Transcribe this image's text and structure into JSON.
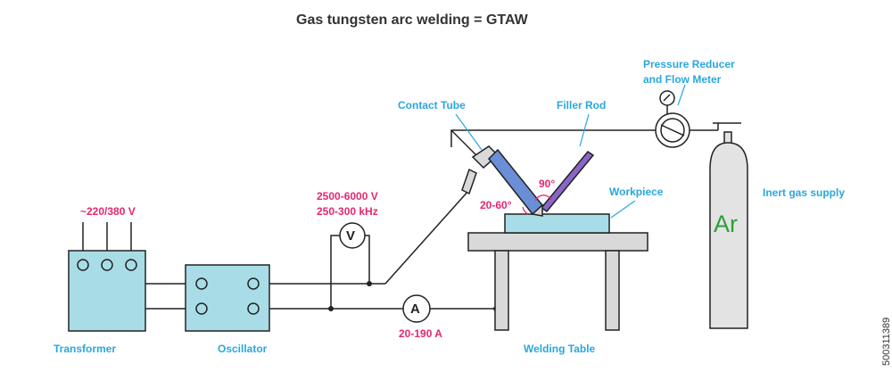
{
  "title": "Gas tungsten arc welding = GTAW",
  "labels": {
    "voltage_supply": "~220/380 V",
    "transformer": "Transformer",
    "oscillator": "Oscillator",
    "hf_voltage": "2500-6000 V\n250-300 kHz",
    "voltmeter_symbol": "V",
    "ammeter_symbol": "A",
    "current_range": "20-190 A",
    "contact_tube": "Contact Tube",
    "filler_rod": "Filler Rod",
    "angle_90": "90°",
    "angle_20_60": "20-60°",
    "workpiece": "Workpiece",
    "welding_table": "Welding Table",
    "pressure_reducer": "Pressure Reducer\nand Flow Meter",
    "inert_gas": "Inert gas supply",
    "cylinder_gas": "Ar",
    "stock_id": "500311389"
  },
  "colors": {
    "label_blue": "#2aa7dd",
    "label_pink": "#e6266f",
    "equipment_fill": "#a8dde8",
    "table_fill": "#d9d9d9",
    "cylinder_fill": "#e3e3e3",
    "argon_text": "#2e9e3a",
    "torch_fill": "#6a8fd6",
    "rod_fill": "#8a66c8",
    "line": "#222222"
  }
}
